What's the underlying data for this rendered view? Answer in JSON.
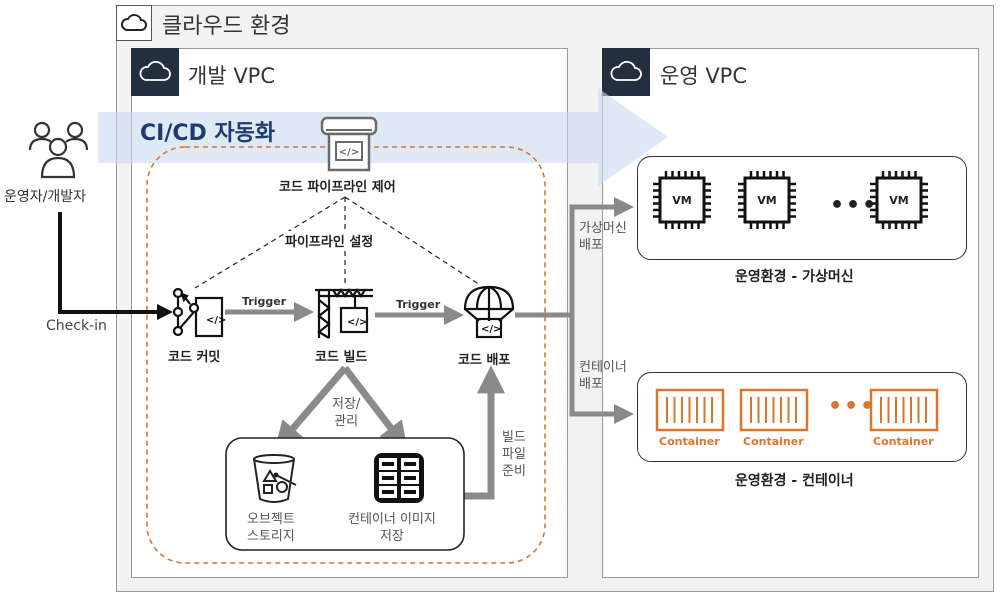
{
  "cloud_environment": {
    "title": "클라우드 환경",
    "icon": "cloud-icon"
  },
  "dev_vpc": {
    "title": "개발 VPC",
    "icon": "cloud-icon"
  },
  "prod_vpc": {
    "title": "운영 VPC",
    "icon": "cloud-icon"
  },
  "cicd_band": {
    "label": "CI/CD 자동화"
  },
  "actor": {
    "label": "운영자/개발자",
    "icon": "users-icon",
    "action": "Check-in"
  },
  "pipeline_control": {
    "label": "코드 파이프라인 제어",
    "config_label": "파이프라인 설정",
    "icon": "pipeline-icon"
  },
  "stages": [
    {
      "id": "commit",
      "label": "코드 커밋",
      "icon": "code-commit-icon"
    },
    {
      "id": "build",
      "label": "코드 빌드",
      "icon": "code-build-icon"
    },
    {
      "id": "deploy",
      "label": "코드 배포",
      "icon": "code-deploy-icon"
    }
  ],
  "triggers": [
    "Trigger",
    "Trigger"
  ],
  "storage": {
    "store_label": "저장/\n관리",
    "prepare_label": "빌드\n파일\n준비",
    "object_storage": "오브젝트\n스토리지",
    "container_registry": "컨테이너 이미지\n저장"
  },
  "deploy_targets": {
    "vm_deploy_label": "가상머신\n배포",
    "container_deploy_label": "컨테이너\n배포"
  },
  "prod_vm": {
    "title": "운영환경 - 가상머신",
    "items": [
      "VM",
      "VM",
      "VM"
    ],
    "ellipsis": "•••"
  },
  "prod_container": {
    "title": "운영환경 - 컨테이너",
    "items": [
      "Container",
      "Container",
      "Container"
    ],
    "ellipsis": "•••"
  },
  "colors": {
    "accent_orange": "#d9762b",
    "dark_navy": "#232f3e",
    "band_blue": "#c9daf0",
    "arrow_gray": "#8a8a8a"
  }
}
